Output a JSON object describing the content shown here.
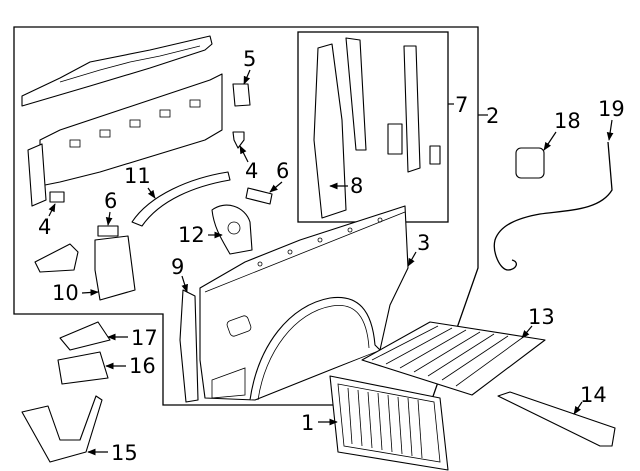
{
  "callouts": [
    {
      "id": "c1",
      "label": "1"
    },
    {
      "id": "c2",
      "label": "2"
    },
    {
      "id": "c3",
      "label": "3"
    },
    {
      "id": "c4a",
      "label": "4"
    },
    {
      "id": "c4b",
      "label": "4"
    },
    {
      "id": "c5",
      "label": "5"
    },
    {
      "id": "c6a",
      "label": "6"
    },
    {
      "id": "c6b",
      "label": "6"
    },
    {
      "id": "c7",
      "label": "7"
    },
    {
      "id": "c8",
      "label": "8"
    },
    {
      "id": "c9",
      "label": "9"
    },
    {
      "id": "c10",
      "label": "10"
    },
    {
      "id": "c11",
      "label": "11"
    },
    {
      "id": "c12",
      "label": "12"
    },
    {
      "id": "c13",
      "label": "13"
    },
    {
      "id": "c14",
      "label": "14"
    },
    {
      "id": "c15",
      "label": "15"
    },
    {
      "id": "c16",
      "label": "16"
    },
    {
      "id": "c17",
      "label": "17"
    },
    {
      "id": "c18",
      "label": "18"
    },
    {
      "id": "c19",
      "label": "19"
    }
  ]
}
